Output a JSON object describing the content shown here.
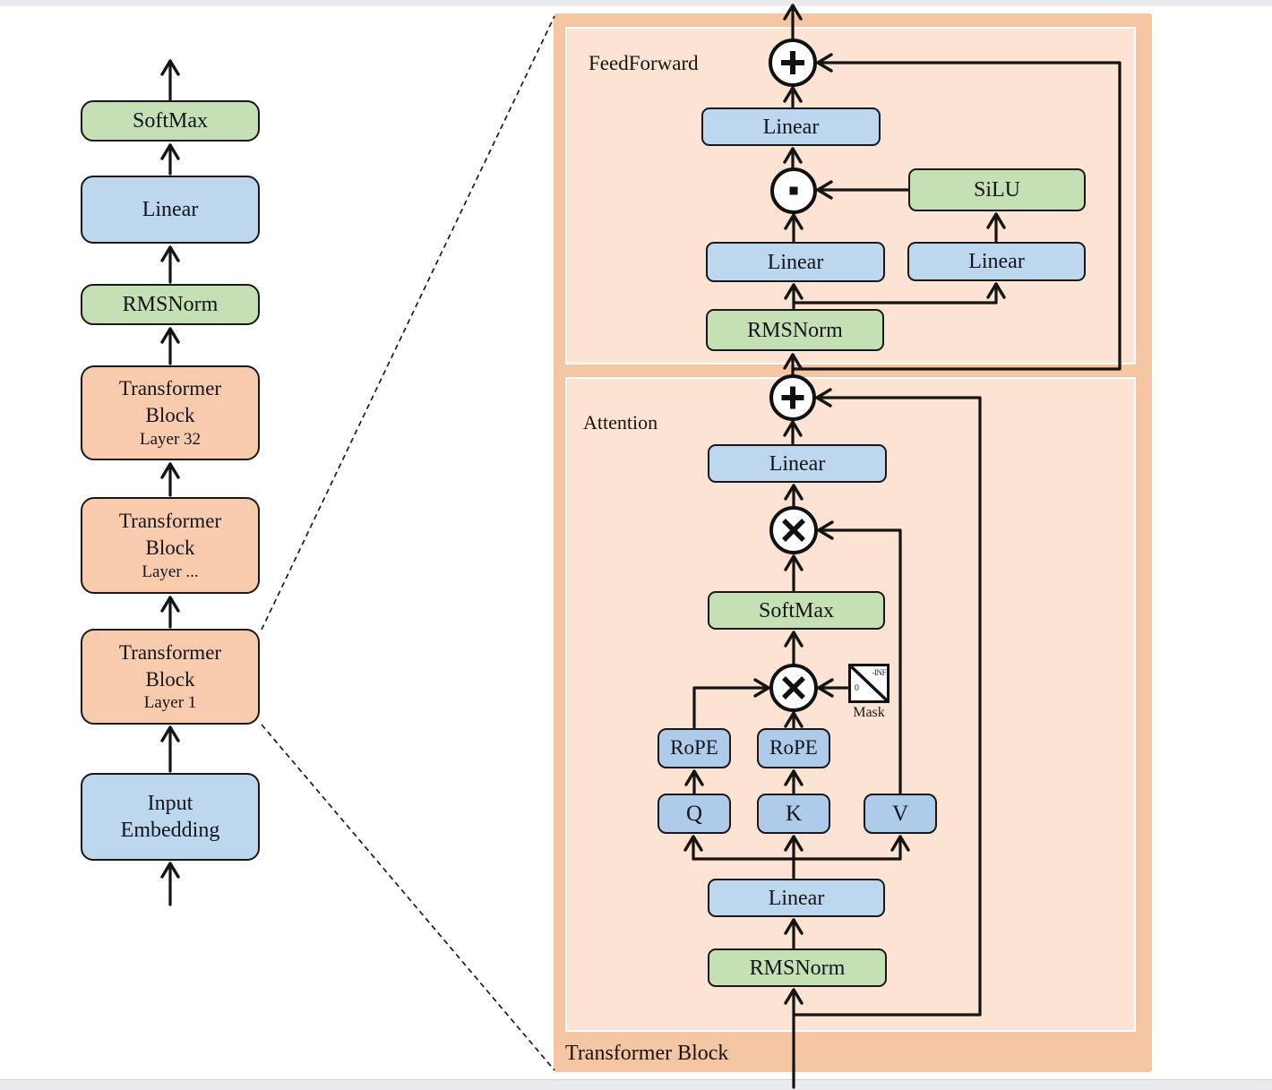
{
  "colors": {
    "box_blue": "#bdd7ee",
    "box_blue_dark": "#aecbea",
    "box_green": "#c5e0b4",
    "block_orange": "#f8cbad",
    "panel_outer": "#f5c6a3",
    "panel_inner": "#fce3d3",
    "line": "#141414"
  },
  "left_column": {
    "blocks": [
      {
        "label": "SoftMax"
      },
      {
        "label": "Linear"
      },
      {
        "label": "RMSNorm"
      },
      {
        "line1": "Transformer",
        "line2": "Block",
        "layer": "Layer 32"
      },
      {
        "line1": "Transformer",
        "line2": "Block",
        "layer": "Layer ..."
      },
      {
        "line1": "Transformer",
        "line2": "Block",
        "layer": "Layer 1"
      },
      {
        "line1": "Input",
        "line2": "Embedding"
      }
    ]
  },
  "panel": {
    "title": "Transformer Block",
    "feedforward": {
      "title": "FeedForward",
      "linear_out": "Linear",
      "silu": "SiLU",
      "linear_up": "Linear",
      "linear_gate": "Linear",
      "rmsnorm": "RMSNorm"
    },
    "attention": {
      "title": "Attention",
      "linear_out": "Linear",
      "softmax": "SoftMax",
      "rope_q": "RoPE",
      "rope_k": "RoPE",
      "q": "Q",
      "k": "K",
      "v": "V",
      "mask_label": "Mask",
      "mask_neg_inf": "-INF",
      "mask_zero": "0",
      "linear_in": "Linear",
      "rmsnorm": "RMSNorm"
    }
  }
}
